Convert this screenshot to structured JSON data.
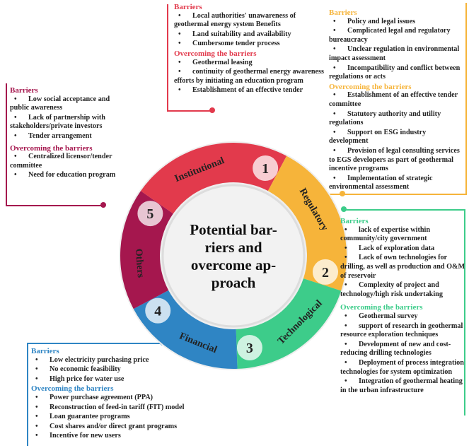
{
  "center_title": [
    "Potential bar-",
    "riers and",
    "overcome ap-",
    "proach"
  ],
  "segments": [
    {
      "num": "1",
      "label": "Institutional",
      "color": "#e23a4c"
    },
    {
      "num": "2",
      "label": "Regulatory",
      "color": "#f6b43a"
    },
    {
      "num": "3",
      "label": "Technological",
      "color": "#3dcc8a"
    },
    {
      "num": "4",
      "label": "Financial",
      "color": "#2f85c4"
    },
    {
      "num": "5",
      "label": "Others",
      "color": "#a5174e"
    }
  ],
  "institutional": {
    "barriers_title": "Barriers",
    "barriers": [
      "Local authorities' unawareness of geothermal energy system Benefits",
      "Land suitability and availability",
      "Cumbersome tender process"
    ],
    "overcome_title": "Overcoming the barriers",
    "overcome": [
      "Geothermal leasing",
      "continuity of geothermal energy awareness efforts by initiating an education program",
      "Establishment of an effective tender"
    ]
  },
  "regulatory": {
    "barriers_title": "Barriers",
    "barriers": [
      "Policy and legal issues",
      "Complicated legal and regulatory bureaucracy",
      "Unclear regulation in environmental impact assessment",
      "Incompatibility and conflict between regulations or acts"
    ],
    "overcome_title": "Overcoming the barriers",
    "overcome": [
      "Establishment of an effective tender committee",
      "Statutory authority and utility regulations",
      "Support on ESG industry development",
      "Provision of legal consulting services to EGS developers as part of geothermal incentive programs",
      "Implementation of strategic environmental assessment"
    ]
  },
  "technological": {
    "barriers_title": "Barriers",
    "barriers": [
      "lack of expertise within community/city government",
      "Lack of exploration data",
      "Lack of own technologies for drilling, as well as production and O&M of reservoir",
      "Complexity of project and technology/high risk undertaking"
    ],
    "overcome_title": "Overcoming the barriers",
    "overcome": [
      "Geothermal survey",
      "support of research in geothermal resource exploration techniques",
      "Development of new and cost-reducing drilling technologies",
      "Deployment of process integration technologies for system optimization",
      "Integration of geothermal heating in the urban infrastructure"
    ]
  },
  "financial": {
    "barriers_title": "Barriers",
    "barriers": [
      "Low electricity purchasing price",
      "No economic feasibility",
      "High price for water use"
    ],
    "overcome_title": "Overcoming the barriers",
    "overcome": [
      "Power purchase agreement (PPA)",
      "Reconstruction of feed-in tariff (FIT) model",
      "Loan guarantee programs",
      "Cost shares and/or direct grant programs",
      "Incentive for new users"
    ]
  },
  "others": {
    "barriers_title": "Barriers",
    "barriers": [
      "Low social acceptance and public awareness",
      "Lack of partnership with stakeholders/private investors",
      "Tender arrangement"
    ],
    "overcome_title": "Overcoming the barriers",
    "overcome": [
      "Centralized licensor/tender committee",
      "Need for education program"
    ]
  }
}
